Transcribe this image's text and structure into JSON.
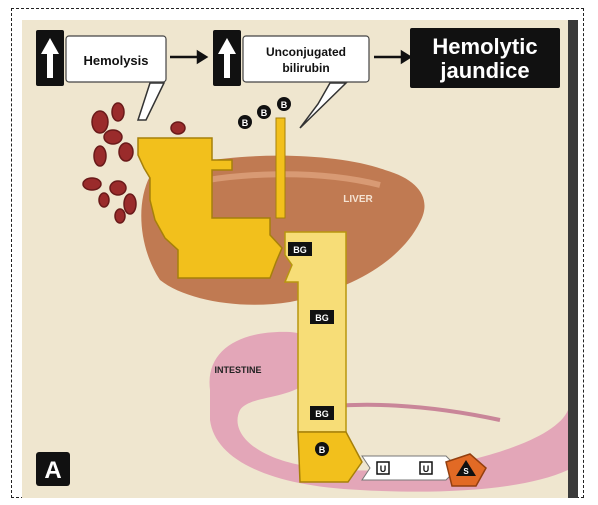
{
  "panel_letter": "A",
  "flow": {
    "step1_label": "Hemolysis",
    "step2_label_line1": "Unconjugated",
    "step2_label_line2": "bilirubin",
    "result_line1": "Hemolytic",
    "result_line2": "jaundice"
  },
  "organs": {
    "liver_label": "LIVER",
    "intestine_label": "INTESTINE"
  },
  "molecules": {
    "bilirubin": "B",
    "conjugated": "BG",
    "urobilinogen": "U",
    "stercobilin": "S"
  },
  "colors": {
    "background": "#efe6cf",
    "liver": "#c07a52",
    "bile_yellow": "#f2c01c",
    "intestine_pink": "#e3a6b8",
    "stercobilin_orange": "#e26a25",
    "dark_box": "#111111"
  }
}
